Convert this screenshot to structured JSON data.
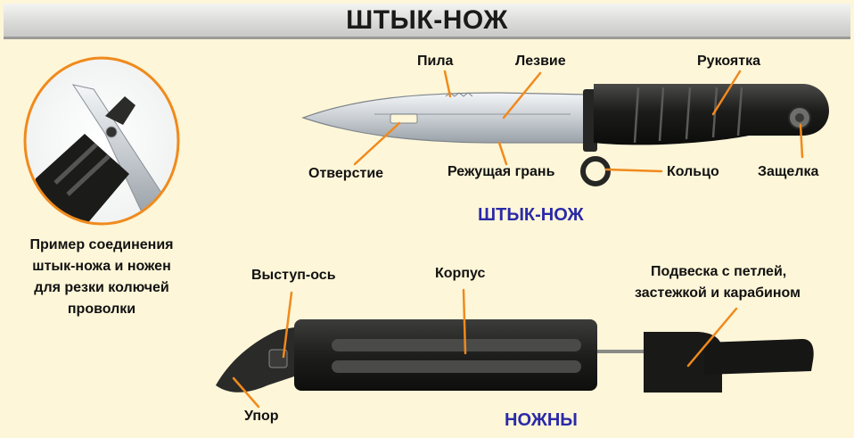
{
  "title": "ШТЫК-НОЖ",
  "knife": {
    "caption": "ШТЫК-НОЖ",
    "labels": {
      "saw": "Пила",
      "blade": "Лезвие",
      "handle": "Рукоятка",
      "hole": "Отверстие",
      "cutting_edge": "Режущая грань",
      "ring": "Кольцо",
      "latch": "Защелка"
    }
  },
  "inset": {
    "caption_lines": [
      "Пример соединения",
      "штык-ножа и ножен",
      "для резки колючей",
      "проволки"
    ]
  },
  "sheath": {
    "caption": "НОЖНЫ",
    "labels": {
      "axis": "Выступ-ось",
      "body": "Корпус",
      "hanger_line1": "Подвеска с петлей,",
      "hanger_line2": "застежкой и карабином",
      "stop": "Упор"
    }
  },
  "colors": {
    "background": "#fdf6d8",
    "leader": "#f08a1c",
    "accent_blue": "#2a2aa8",
    "title_bar": "#d9d9d7"
  }
}
